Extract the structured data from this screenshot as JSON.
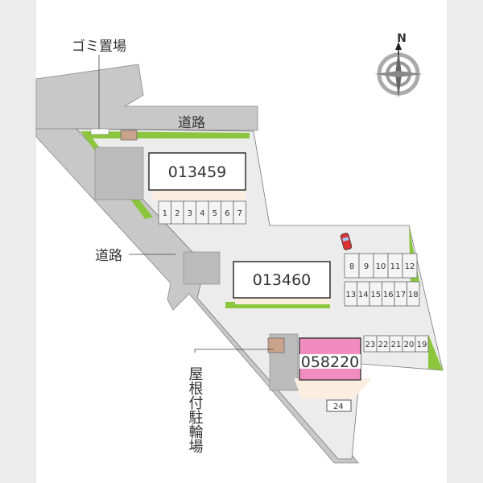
{
  "labels": {
    "garbage": "ゴミ置場",
    "road_top": "道路",
    "road_left": "道路",
    "bike_parking": "屋根付駐輪場"
  },
  "compass": {
    "north": "N"
  },
  "buildings": {
    "b1": "013459",
    "b2": "013460",
    "b3": "058220"
  },
  "parking": {
    "row_a": [
      "1",
      "2",
      "3",
      "4",
      "5",
      "6",
      "7"
    ],
    "row_b": [
      "8",
      "9",
      "10",
      "11",
      "12"
    ],
    "row_c": [
      "13",
      "14",
      "15",
      "16",
      "17",
      "18"
    ],
    "row_d": [
      "23",
      "22",
      "21",
      "20",
      "19"
    ],
    "bike": "24"
  },
  "colors": {
    "green": "#8cc63f",
    "road": "#c8c8c8",
    "pink": "#f08cc0",
    "lot": "#ececec",
    "sand": "#fbeee0"
  }
}
